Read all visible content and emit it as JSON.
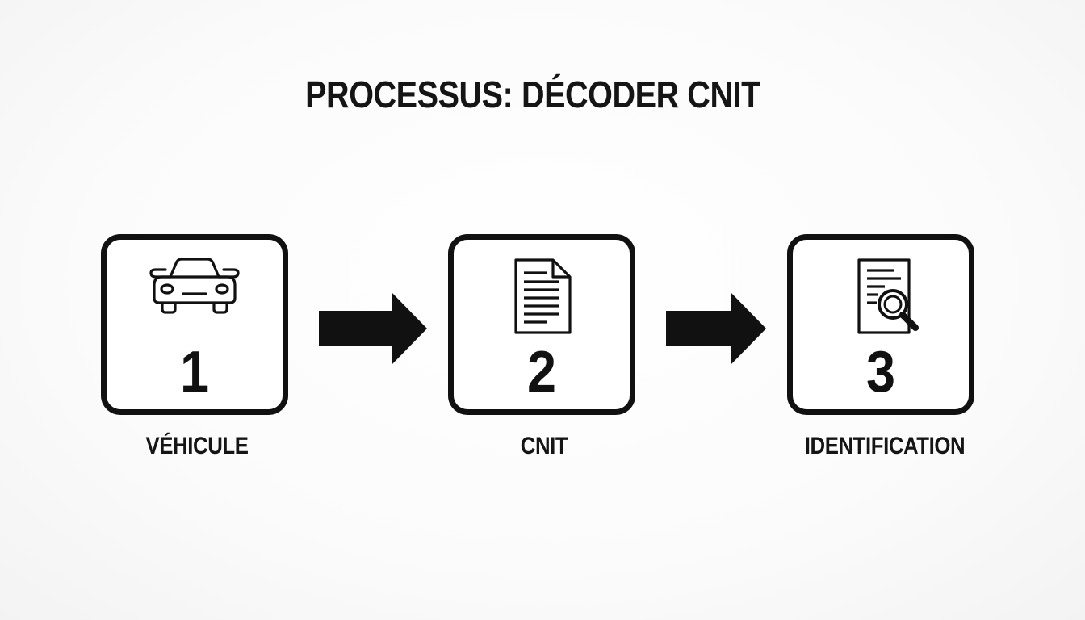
{
  "title": "PROCESSUS: DÉCODER CNIT",
  "steps": [
    {
      "number": "1",
      "label": "VÉHICULE",
      "icon": "car-icon"
    },
    {
      "number": "2",
      "label": "CNIT",
      "icon": "document-icon"
    },
    {
      "number": "3",
      "label": "IDENTIFICATION",
      "icon": "document-search-icon"
    }
  ],
  "colors": {
    "stroke": "#111111",
    "background": "#ffffff"
  }
}
